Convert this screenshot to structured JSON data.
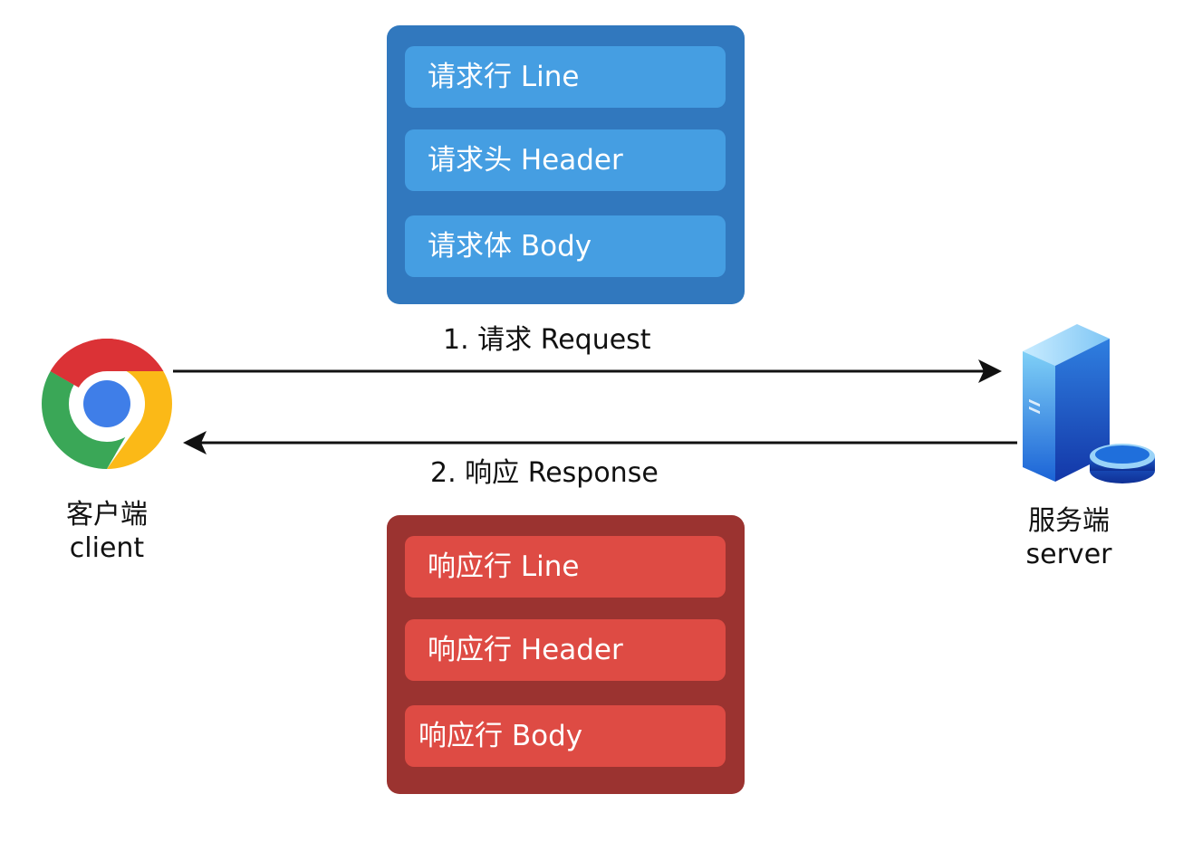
{
  "request_panel": {
    "items": [
      {
        "label": "请求行 Line"
      },
      {
        "label": "请求头 Header"
      },
      {
        "label": "请求体 Body"
      }
    ]
  },
  "response_panel": {
    "items": [
      {
        "label": "响应行 Line"
      },
      {
        "label": "响应行 Header"
      },
      {
        "label": "响应行 Body"
      }
    ]
  },
  "arrows": {
    "request_label": "1. 请求 Request",
    "response_label": "2. 响应 Response"
  },
  "client": {
    "icon": "chrome-browser-icon",
    "label_zh": "客户端",
    "label_en": "client"
  },
  "server": {
    "icon": "server-database-icon",
    "label_zh": "服务端",
    "label_en": "server"
  },
  "colors": {
    "request_panel": "#3178be",
    "request_item": "#459ee2",
    "response_panel": "#9b3330",
    "response_item": "#de4b44",
    "arrow": "#111111"
  }
}
